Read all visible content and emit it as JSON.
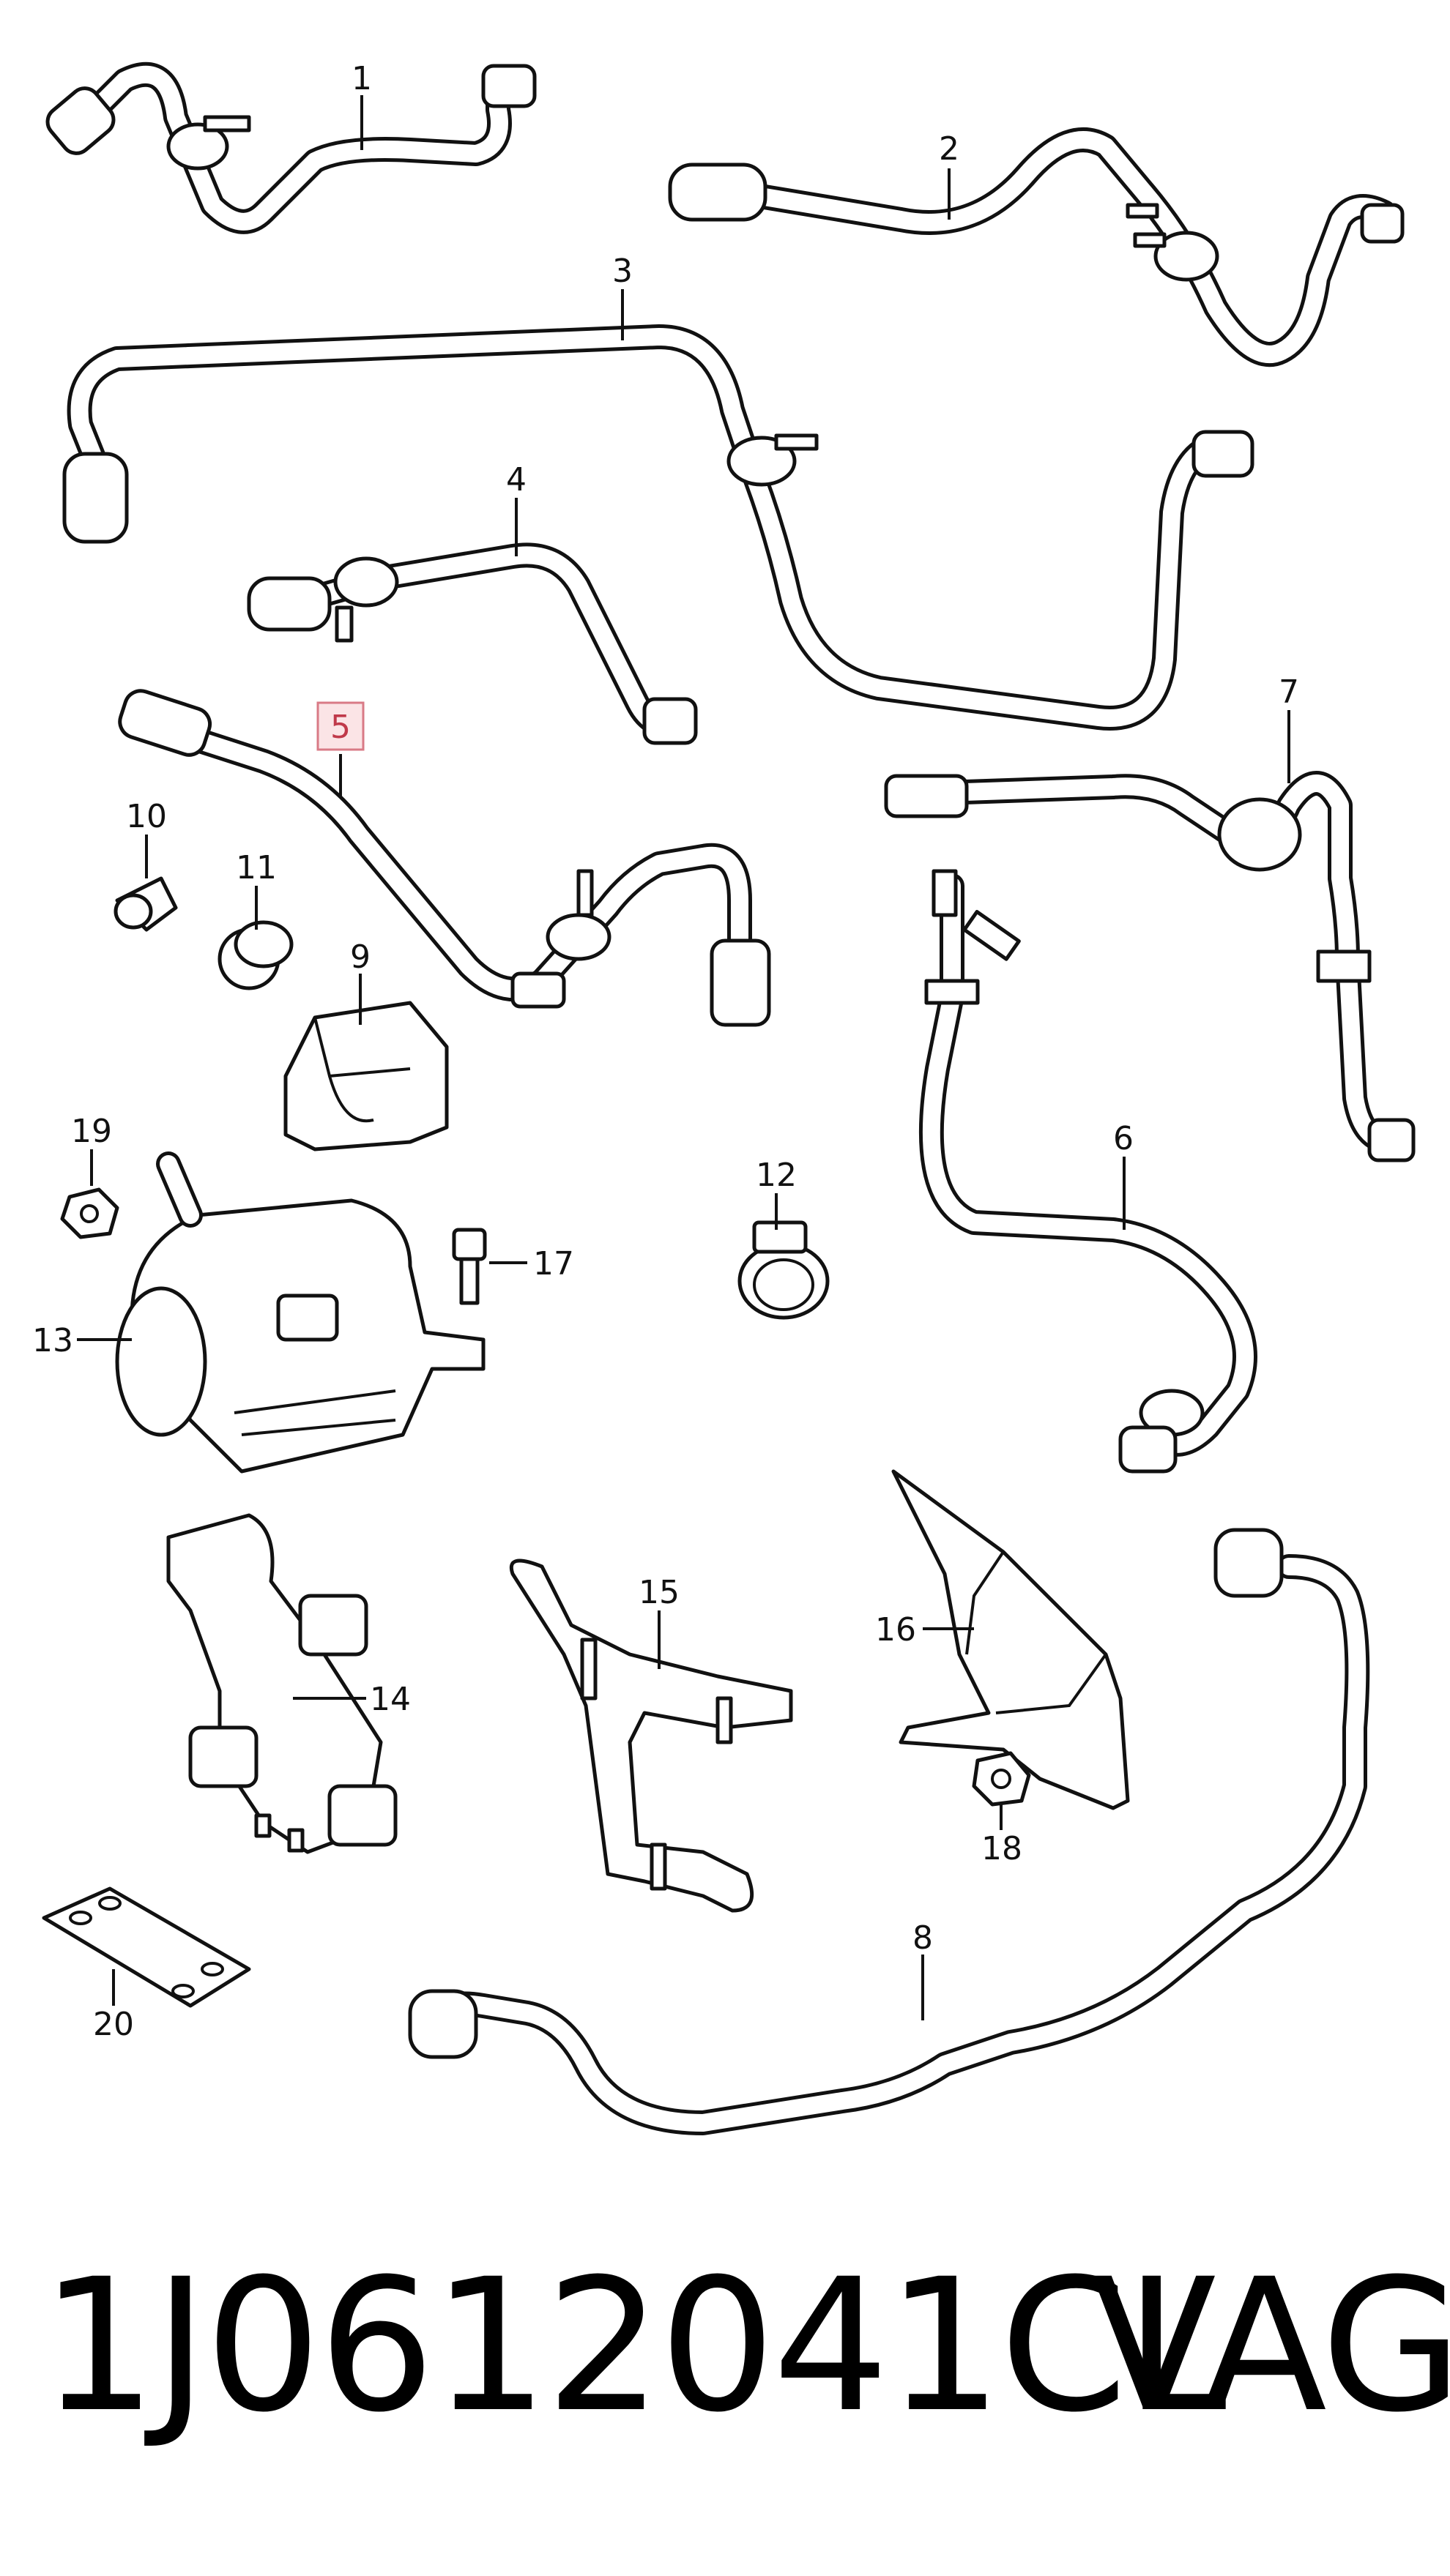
{
  "callouts": [
    {
      "id": "1"
    },
    {
      "id": "2"
    },
    {
      "id": "3"
    },
    {
      "id": "4"
    },
    {
      "id": "5",
      "highlight": true
    },
    {
      "id": "6"
    },
    {
      "id": "7"
    },
    {
      "id": "8"
    },
    {
      "id": "9"
    },
    {
      "id": "10"
    },
    {
      "id": "11"
    },
    {
      "id": "12"
    },
    {
      "id": "13"
    },
    {
      "id": "14"
    },
    {
      "id": "15"
    },
    {
      "id": "16"
    },
    {
      "id": "17"
    },
    {
      "id": "18"
    },
    {
      "id": "19"
    },
    {
      "id": "20"
    }
  ],
  "highlight_color": "#d97a86",
  "footer": {
    "part_number": "1J0612041CL",
    "brand": "VAG"
  }
}
